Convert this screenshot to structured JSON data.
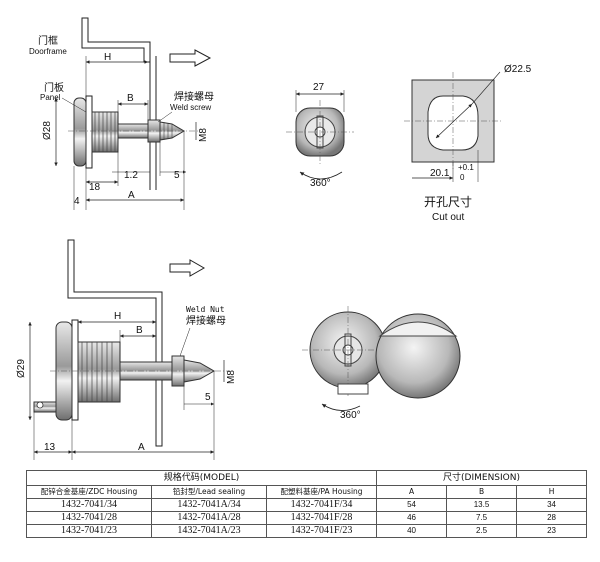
{
  "top_drawing": {
    "doorframe_cn": "门框",
    "doorframe_en": "Doorframe",
    "panel_cn": "门板",
    "panel_en": "Panel",
    "weld_screw_cn": "焊接螺母",
    "weld_screw_en": "Weld screw",
    "dim_h": "H",
    "dim_b": "B",
    "dim_dia28": "Ø28",
    "dim_m8": "M8",
    "dim_1_2": "1.2",
    "dim_5": "5",
    "dim_18": "18",
    "dim_4": "4",
    "dim_a": "A"
  },
  "front_view": {
    "dim_27": "27",
    "rotation": "360°"
  },
  "cutout": {
    "dim_dia": "Ø22.5",
    "dim_20_1": "20.1",
    "tol_plus": "+0.1",
    "tol_zero": "0",
    "title_cn": "开孔尺寸",
    "title_en": "Cut out"
  },
  "bottom_drawing": {
    "weld_nut_en": "Weld Nut",
    "weld_nut_cn": "焊接螺母",
    "dim_h": "H",
    "dim_b": "B",
    "dim_dia29": "Ø29",
    "dim_m8": "M8",
    "dim_5": "5",
    "dim_13": "13",
    "dim_a": "A"
  },
  "bottom_view": {
    "rotation": "360°"
  },
  "table": {
    "model_header": "规格代码(MODEL)",
    "dimension_header": "尺寸(DIMENSION)",
    "col_zdc": "配锌合金基座/ZDC Housing",
    "col_lead": "铅封型/Lead sealing",
    "col_pa": "配塑料基座/PA Housing",
    "col_a": "A",
    "col_b": "B",
    "col_h": "H",
    "rows": [
      {
        "zdc": "1432-7041/34",
        "lead": "1432-7041A/34",
        "pa": "1432-7041F/34",
        "a": "54",
        "b": "13.5",
        "h": "34"
      },
      {
        "zdc": "1432-7041/28",
        "lead": "1432-7041A/28",
        "pa": "1432-7041F/28",
        "a": "46",
        "b": "7.5",
        "h": "28"
      },
      {
        "zdc": "1432-7041/23",
        "lead": "1432-7041A/23",
        "pa": "1432-7041F/23",
        "a": "40",
        "b": "2.5",
        "h": "23"
      }
    ]
  }
}
